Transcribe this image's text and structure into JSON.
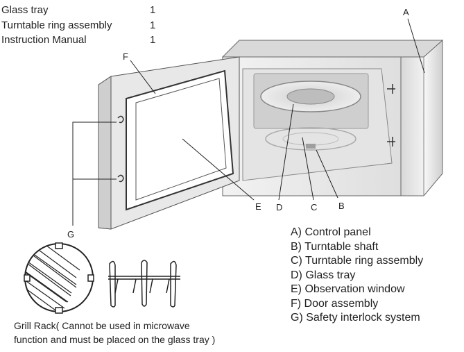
{
  "accessories": [
    {
      "name": "Glass tray",
      "qty": "1"
    },
    {
      "name": "Turntable ring assembly",
      "qty": "1"
    },
    {
      "name": "Instruction Manual",
      "qty": "1"
    }
  ],
  "callouts": {
    "A": "A",
    "B": "B",
    "C": "C",
    "D": "D",
    "E": "E",
    "F": "F",
    "G": "G"
  },
  "legend": [
    "A) Control panel",
    "B) Turntable shaft",
    "C) Turntable ring assembly",
    "D) Glass tray",
    "E) Observation window",
    "F) Door assembly",
    "G) Safety interlock system"
  ],
  "caption": {
    "line1": "Grill Rack( Cannot be used in microwave",
    "line2": "function and must be placed on the glass tray )"
  },
  "colors": {
    "outline": "#333333",
    "body_light": "#eeeeee",
    "body_mid": "#d6d6d6",
    "body_dark": "#bdbdbd"
  }
}
